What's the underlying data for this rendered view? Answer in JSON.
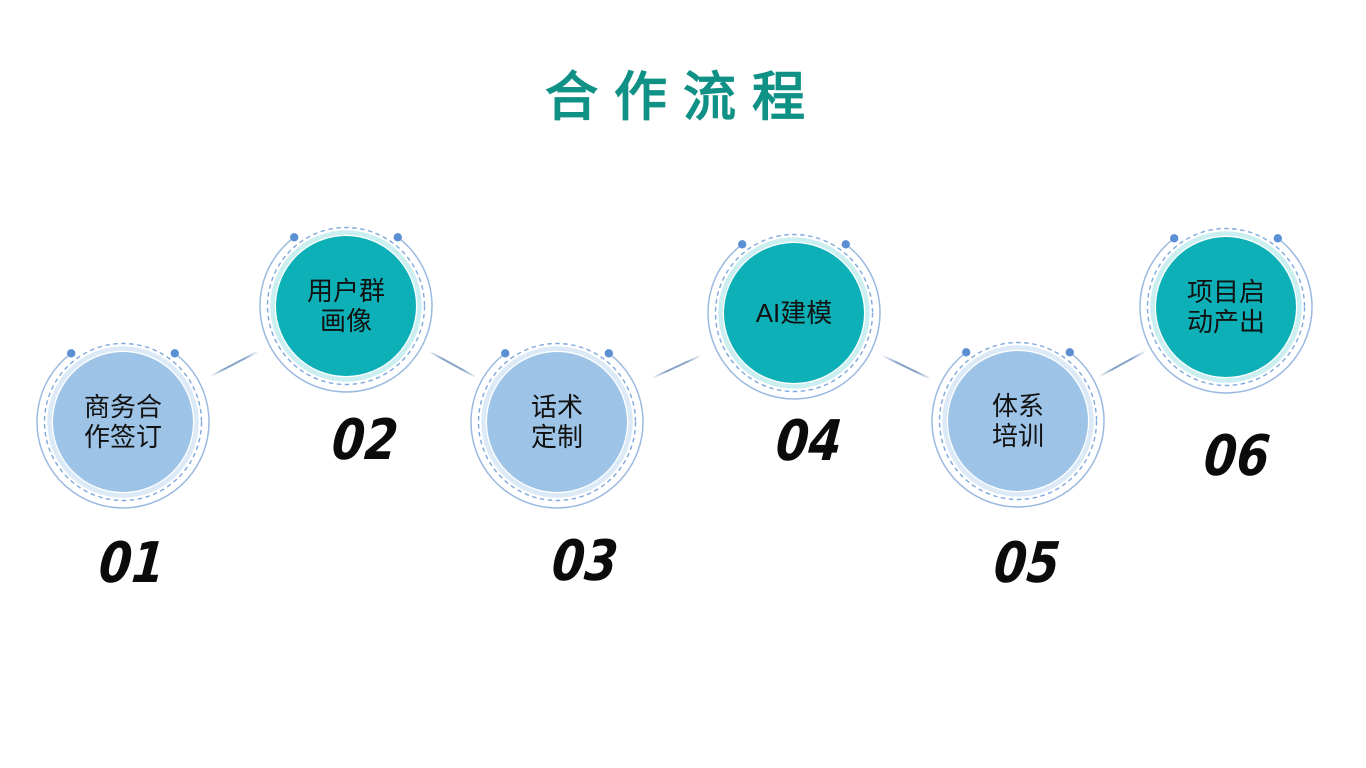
{
  "slide": {
    "title": "合作流程"
  },
  "steps": [
    {
      "number": "01",
      "label": "商务合作签订",
      "lines": [
        "商务合",
        "作签订"
      ],
      "fill": "#9DC3E6",
      "glow": "#D6E5F5"
    },
    {
      "number": "02",
      "label": "用户群画像",
      "lines": [
        "用户群",
        "画像"
      ],
      "fill": "#0EB0B7",
      "glow": "#C2EBEE"
    },
    {
      "number": "03",
      "label": "话术定制",
      "lines": [
        "话术",
        "定制"
      ],
      "fill": "#9DC3E6",
      "glow": "#D6E5F5"
    },
    {
      "number": "04",
      "label": "AI建模",
      "lines": [
        "AI建模"
      ],
      "fill": "#0EB0B7",
      "glow": "#C2EBEE"
    },
    {
      "number": "05",
      "label": "体系培训",
      "lines": [
        "体系",
        "培训"
      ],
      "fill": "#9DC3E6",
      "glow": "#D6E5F5"
    },
    {
      "number": "06",
      "label": "项目启动产出",
      "lines": [
        "项目启",
        "动产出"
      ],
      "fill": "#0EB0B7",
      "glow": "#C2EBEE"
    }
  ],
  "colors": {
    "title_color": "#0F9186",
    "ring_dash": "#7FA8DC",
    "arc_line": "#9AB9E0",
    "dot": "#5B8FD3",
    "connector": "#87A3C8",
    "number_text": "#0B0B0B",
    "label_text": "#111111",
    "background": "#FFFFFF"
  }
}
